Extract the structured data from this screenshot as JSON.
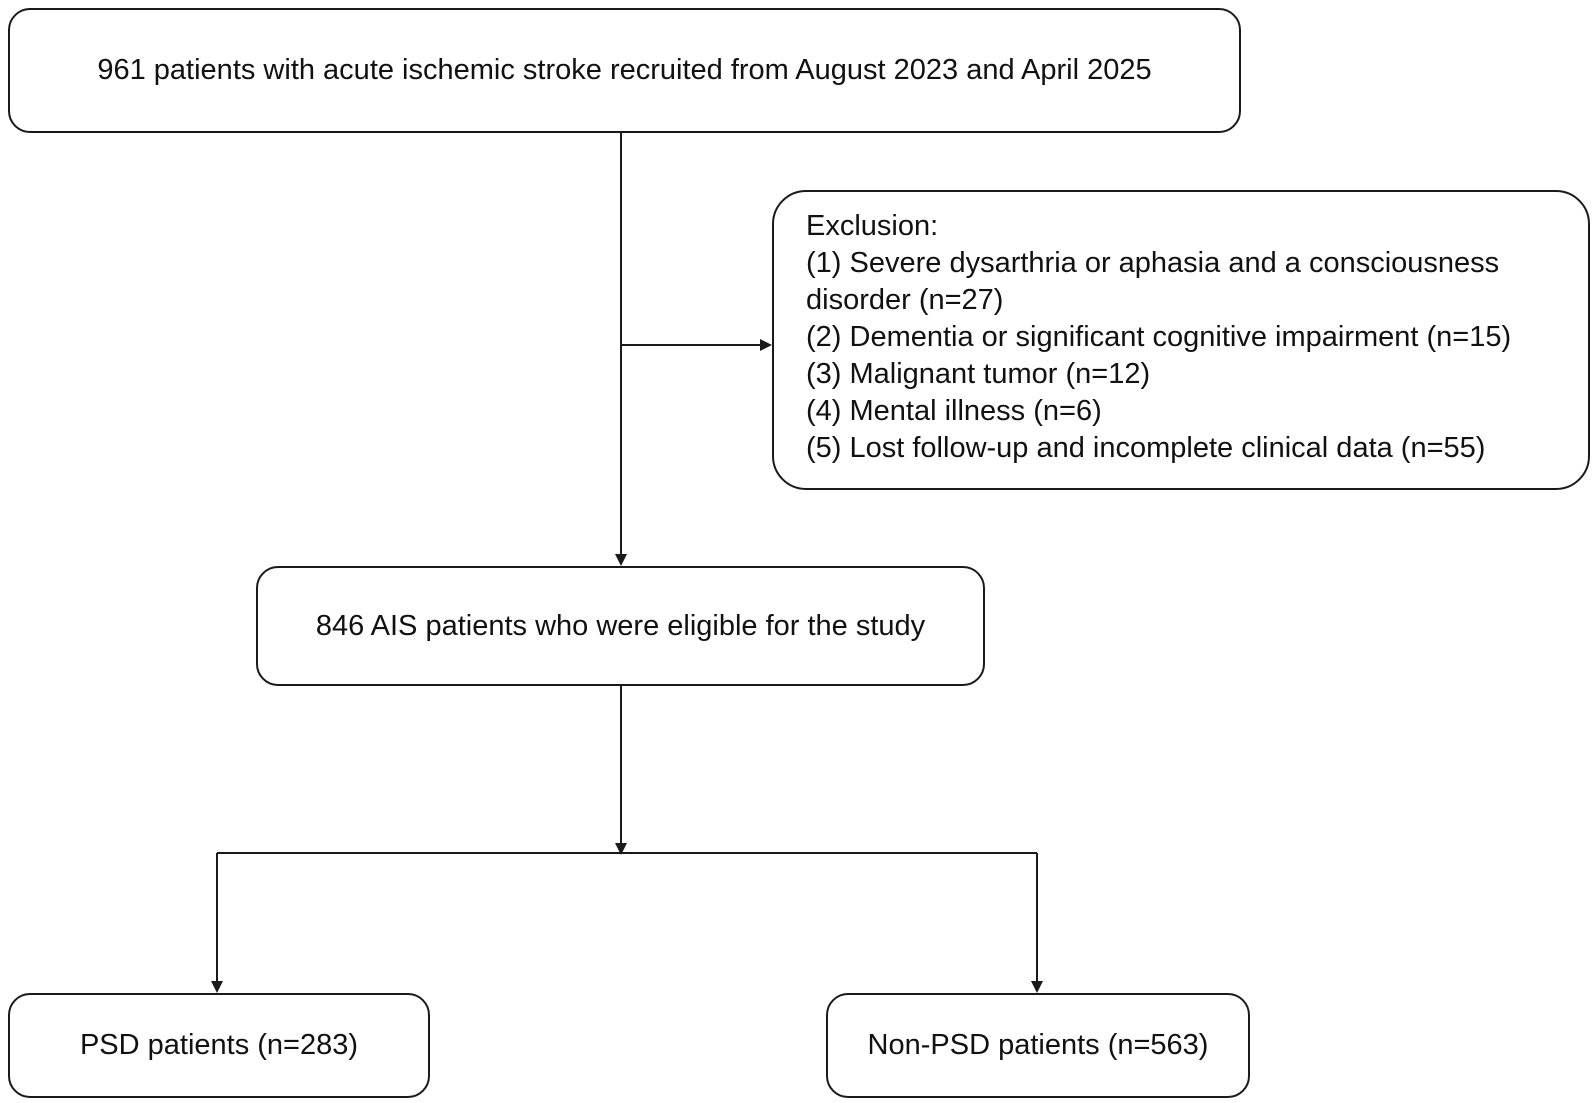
{
  "nodes": {
    "recruited": "961 patients with acute ischemic stroke recruited  from August 2023 and April 2025",
    "exclusion": {
      "heading": "Exclusion:",
      "lines": [
        "(1) Severe dysarthria or aphasia and a consciousness",
        "disorder (n=27)",
        "(2) Dementia or significant cognitive impairment (n=15)",
        "(3) Malignant tumor (n=12)",
        "(4) Mental illness (n=6)",
        "(5) Lost follow-up and incomplete clinical data (n=55)"
      ]
    },
    "eligible": "846 AIS patients who were eligible for the study",
    "psd": "PSD patients (n=283)",
    "non_psd": "Non-PSD patients (n=563)"
  },
  "colors": {
    "line": "#1a1a1a",
    "background": "#ffffff"
  }
}
